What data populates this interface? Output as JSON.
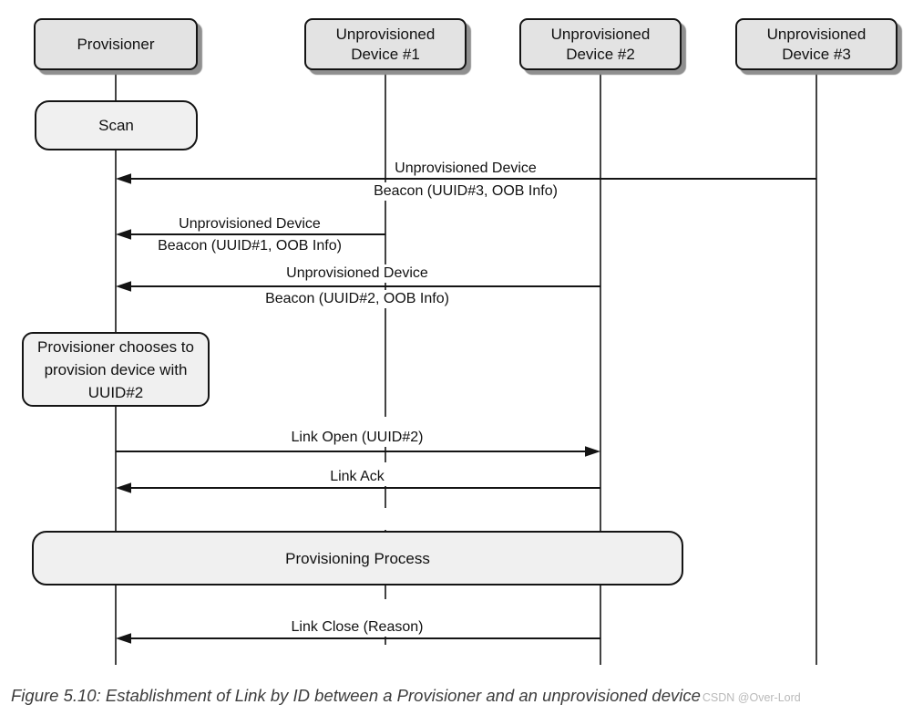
{
  "diagram": {
    "actors": [
      {
        "id": "provisioner",
        "label": "Provisioner"
      },
      {
        "id": "device-1",
        "label": "Unprovisioned Device #1"
      },
      {
        "id": "device-2",
        "label": "Unprovisioned Device #2"
      },
      {
        "id": "device-3",
        "label": "Unprovisioned Device #3"
      }
    ],
    "activities": {
      "scan_label": "Scan",
      "note_text": "Provisioner chooses to provision device with UUID#2",
      "process_label": "Provisioning Process"
    },
    "messages": [
      {
        "line1": "Unprovisioned Device",
        "line2": "Beacon (UUID#3, OOB Info)",
        "from": "Unprovisioned Device #3",
        "to": "Provisioner"
      },
      {
        "line1": "Unprovisioned Device",
        "line2": "Beacon (UUID#1, OOB Info)",
        "from": "Unprovisioned Device #1",
        "to": "Provisioner"
      },
      {
        "line1": "Unprovisioned Device",
        "line2": "Beacon (UUID#2, OOB Info)",
        "from": "Unprovisioned Device #2",
        "to": "Provisioner"
      },
      {
        "label": "Link Open (UUID#2)",
        "from": "Provisioner",
        "to": "Unprovisioned Device #2"
      },
      {
        "label": "Link Ack",
        "from": "Unprovisioned Device #2",
        "to": "Provisioner"
      },
      {
        "label": "Link Close (Reason)",
        "from": "Unprovisioned Device #2",
        "to": "Provisioner"
      }
    ],
    "caption": {
      "figure_text": "Figure 5.10: Establishment of Link by ID between a Provisioner and an unprovisioned device",
      "watermark": "CSDN @Over-Lord"
    },
    "colors": {
      "background": "#ffffff",
      "actor_fill": "#e3e3e3",
      "panel_fill": "#f0f0f0",
      "border": "#141414",
      "shadow": "#8f8f8f",
      "line": "#141414",
      "caption_text": "#3c3c3c",
      "watermark_text": "#b9b9b9"
    }
  }
}
